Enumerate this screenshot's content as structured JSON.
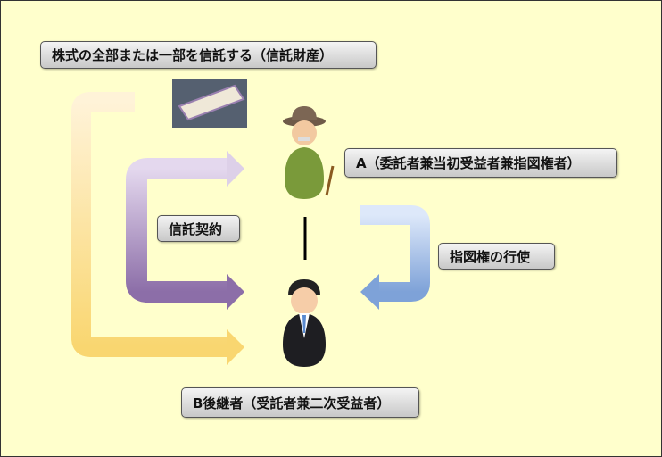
{
  "labels": {
    "trust_property": "株式の全部または一部を信託する（信託財産）",
    "person_a": "A（委託者兼当初受益者兼指図権者）",
    "instruction_right": "指図権の行使",
    "trust_contract": "信託契約",
    "person_b": "B後継者（受託者兼二次受益者）"
  },
  "colors": {
    "background": "#ffffcc",
    "yellow_arrow": "#f8d878",
    "purple_arrow": "#9c82b4",
    "blue_arrow": "#8fb0e0"
  }
}
